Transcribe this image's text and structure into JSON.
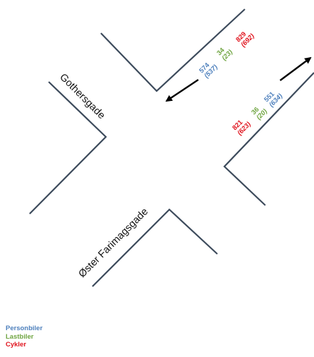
{
  "colors": {
    "personbiler": "#4f81bd",
    "lastbiler": "#70a542",
    "cykler": "#e0141e",
    "road": "#3d4b5c"
  },
  "streets": {
    "gothersgade": "Gothersgade",
    "oster_farimagsgade": "Øster Farimagsgade"
  },
  "flows": {
    "inbound_southwest": {
      "arrow_direction": "down-left",
      "personbiler": {
        "count": "574",
        "previous": "(537)"
      },
      "lastbiler": {
        "count": "34",
        "previous": "(23)"
      },
      "cykler": {
        "count": "829",
        "previous": "(692)"
      }
    },
    "outbound_northeast": {
      "arrow_direction": "up-right",
      "cykler": {
        "count": "821",
        "previous": "(623)"
      },
      "lastbiler": {
        "count": "36",
        "previous": "(20)"
      },
      "personbiler": {
        "count": "551",
        "previous": "(634)"
      }
    }
  },
  "legend": {
    "personbiler": "Personbiler",
    "lastbiler": "Lastbiler",
    "cykler": "Cykler"
  }
}
